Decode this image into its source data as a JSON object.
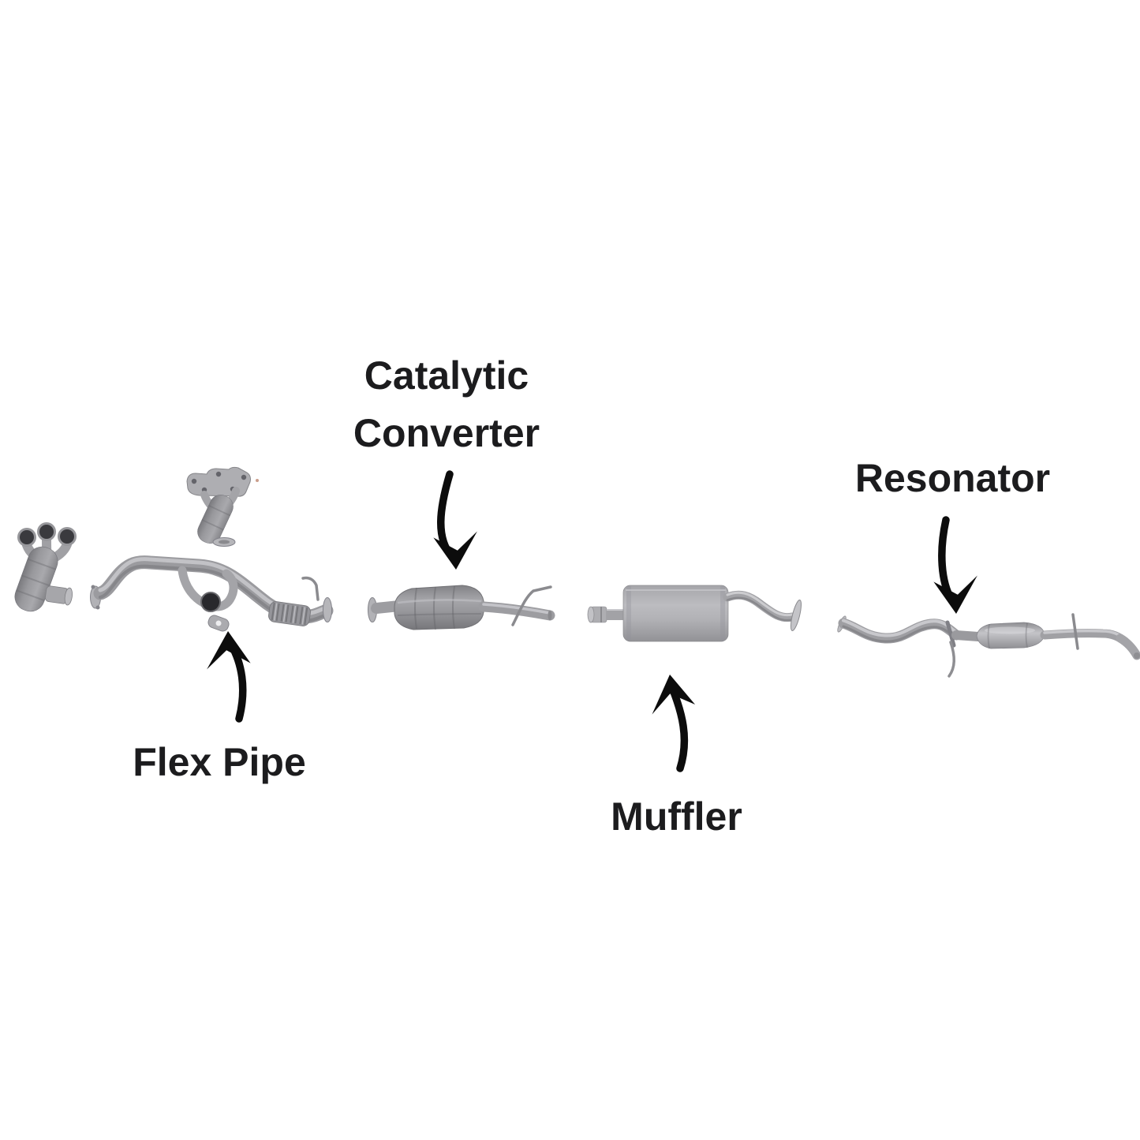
{
  "page": {
    "background": "#ffffff"
  },
  "labels": {
    "catalytic_converter": {
      "line1": "Catalytic",
      "line2": "Converter"
    },
    "flex_pipe": "Flex Pipe",
    "muffler": "Muffler",
    "resonator": "Resonator"
  },
  "diagram": {
    "subject": "Car exhaust system components",
    "components": [
      "exhaust-manifold-with-integrated-catalytic-converter",
      "exhaust-manifold",
      "front-pipe-with-flex-section",
      "catalytic-converter",
      "muffler",
      "resonator-with-tailpipe"
    ],
    "colors": {
      "label_text": "#1c1c1e",
      "arrow": "#0c0c0c",
      "metal_light": "#c9c9cd",
      "metal_mid": "#a4a4a8",
      "metal_dark": "#7d7d82"
    }
  }
}
